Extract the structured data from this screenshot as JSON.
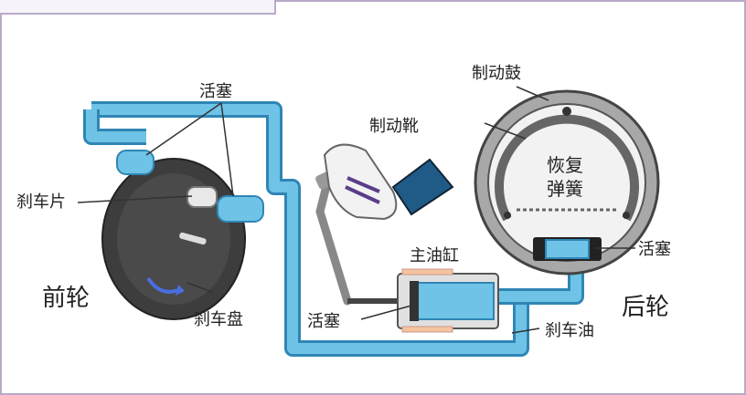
{
  "diagram": {
    "labels": {
      "piston_top": "活塞",
      "brake_pad": "刹车片",
      "front_wheel": "前轮",
      "brake_disc": "刹车盘",
      "piston_bottom": "活塞",
      "master_cylinder": "主油缸",
      "brake_fluid": "刹车油",
      "brake_drum": "制动鼓",
      "brake_shoe": "制动靴",
      "return_spring_1": "恢复",
      "return_spring_2": "弹簧",
      "piston_right": "活塞",
      "rear_wheel": "后轮"
    }
  },
  "colors": {
    "pipe": "#6ec3e6",
    "pipe_edge": "#2f86b5",
    "disc": "#3d3d3d",
    "drum": "#8f8f8f",
    "frame": "#b9a9c9"
  }
}
